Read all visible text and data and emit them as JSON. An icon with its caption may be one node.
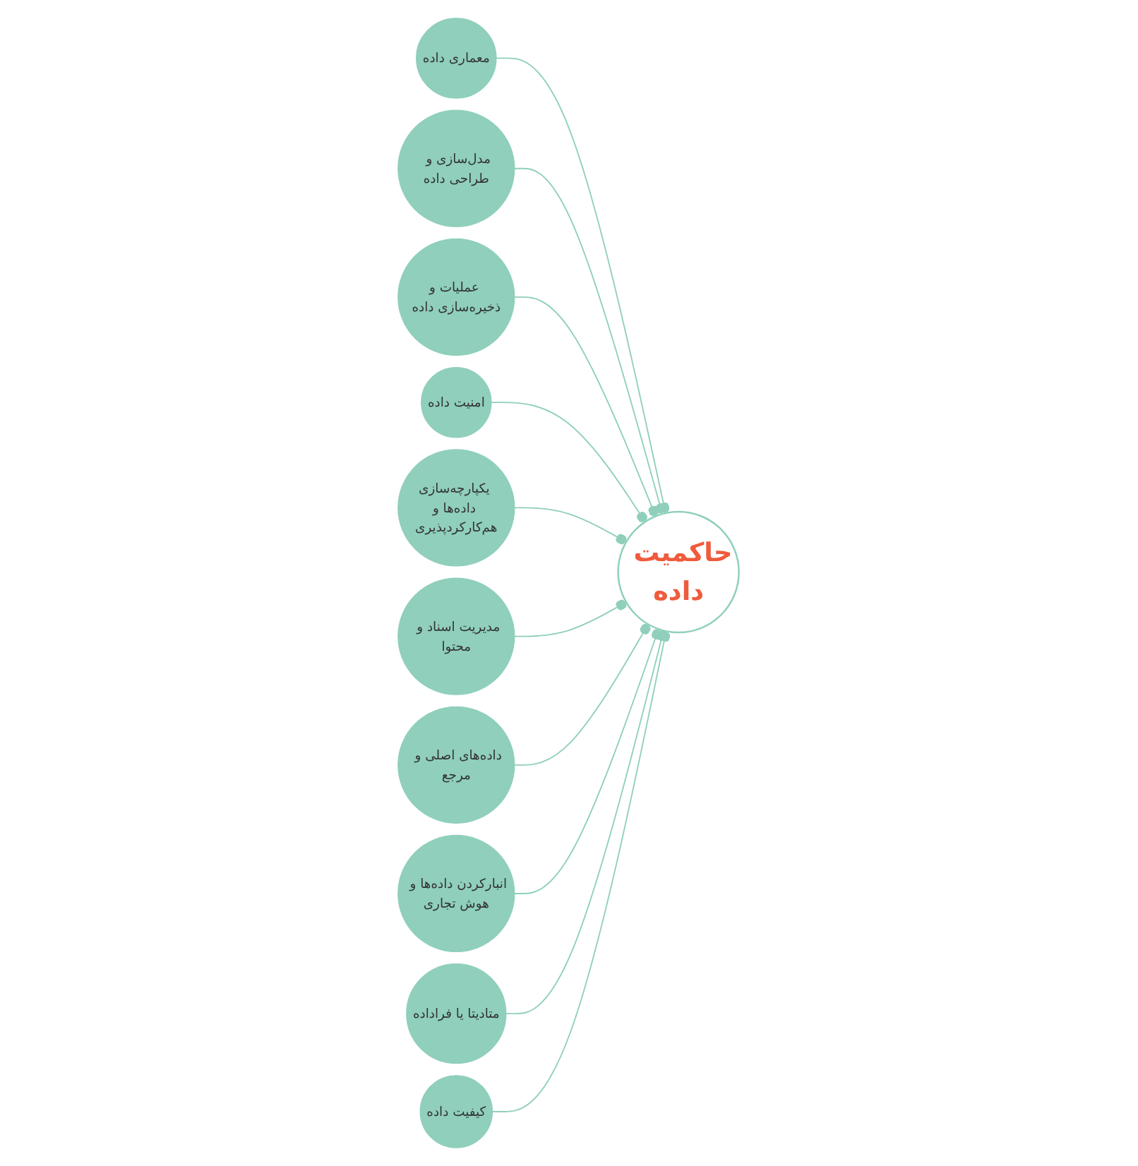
{
  "diagram": {
    "nodes": [
      {
        "text": [
          "حاکمیت داده"
        ]
      },
      {
        "text": [
          "معماری داده"
        ]
      },
      {
        "text": [
          "مدل‌سازی و طراحی داده"
        ]
      },
      {
        "text": [
          "عملیات و ذخیره‌سازی داده"
        ]
      },
      {
        "text": [
          "امنیت داده"
        ]
      },
      {
        "text": [
          "یکپارچه‌سازی داده‌ها و هم‌کارکردپذیری"
        ]
      },
      {
        "text": [
          "مدیریت اسناد و محتوا"
        ]
      },
      {
        "text": [
          "داده‌های اصلی و مرجع"
        ]
      },
      {
        "text": [
          "انبارکردن داده‌ها و هوش تجاری"
        ]
      },
      {
        "text": [
          "متادیتا یا فراداده"
        ]
      },
      {
        "text": [
          "کیفیت داده"
        ]
      }
    ],
    "edges": [
      {
        "from": 1,
        "to": 0,
        "arrow": "other"
      },
      {
        "from": 2,
        "to": 0,
        "arrow": "other"
      },
      {
        "from": 3,
        "to": 0,
        "arrow": "other"
      },
      {
        "from": 4,
        "to": 0,
        "arrow": "other"
      },
      {
        "from": 5,
        "to": 0,
        "arrow": "other"
      },
      {
        "from": 6,
        "to": 0,
        "arrow": "other"
      },
      {
        "from": 7,
        "to": 0,
        "arrow": "other"
      },
      {
        "from": 8,
        "to": 0,
        "arrow": "other"
      },
      {
        "from": 9,
        "to": 0,
        "arrow": "other"
      },
      {
        "from": 10,
        "to": 0,
        "arrow": "other"
      }
    ]
  }
}
